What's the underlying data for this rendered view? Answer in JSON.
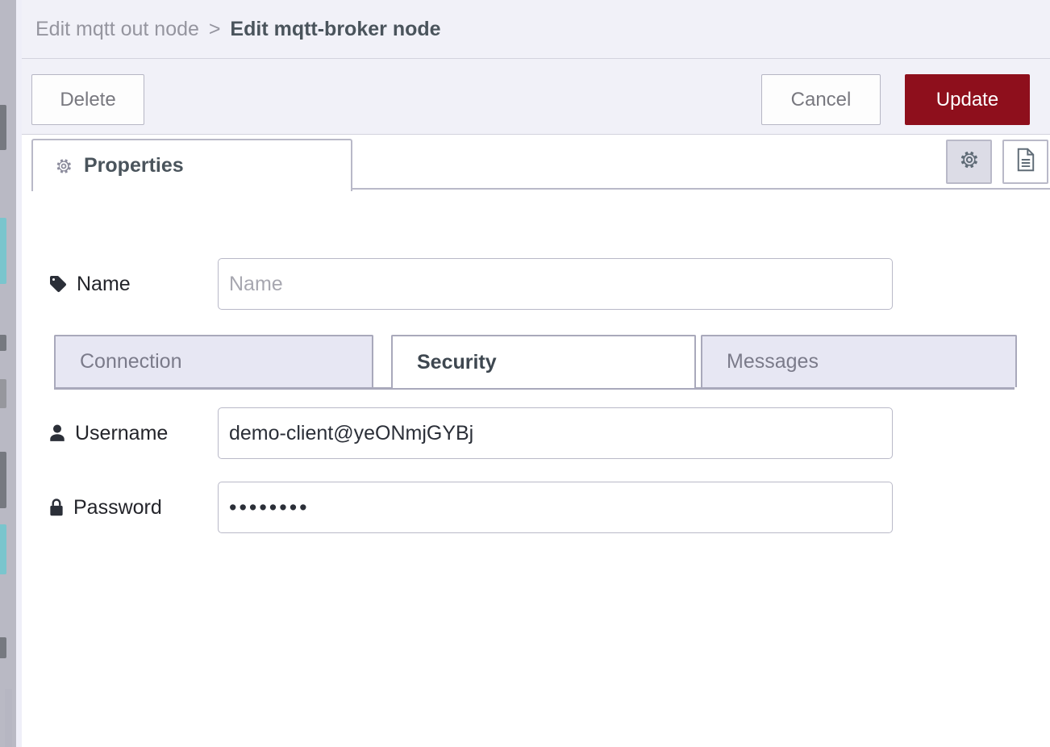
{
  "window": {
    "app": "Node-RED editor",
    "dialog_type": "node-edit-tray"
  },
  "header": {
    "breadcrumb": {
      "parent": "Edit mqtt out node",
      "separator": ">",
      "current": "Edit mqtt-broker node"
    }
  },
  "toolbar": {
    "delete_label": "Delete",
    "cancel_label": "Cancel",
    "update_label": "Update",
    "update_color": "#8e0f1c"
  },
  "tabs": {
    "items": [
      {
        "label": "Properties",
        "icon": "gear-icon",
        "active": true
      }
    ],
    "icon_buttons": [
      {
        "name": "settings-icon",
        "active": true
      },
      {
        "name": "document-icon",
        "active": false
      }
    ]
  },
  "form": {
    "name": {
      "label": "Name",
      "icon": "tag-icon",
      "value": "",
      "placeholder": "Name"
    },
    "username": {
      "label": "Username",
      "icon": "user-icon",
      "value": "demo-client@yeONmjGYBj",
      "placeholder": ""
    },
    "password": {
      "label": "Password",
      "icon": "lock-icon",
      "value": "••••••••",
      "placeholder": "",
      "masked": true,
      "mask_char_count": 8
    }
  },
  "subtabs": {
    "items": [
      {
        "label": "Connection",
        "active": false
      },
      {
        "label": "Security",
        "active": true
      },
      {
        "label": "Messages",
        "active": false
      }
    ]
  },
  "colors": {
    "header_bg": "#f1f1f8",
    "border": "#b9b9c8",
    "text_primary": "#23242a",
    "text_muted": "#95959f",
    "danger": "#8e0f1c",
    "subtab_inactive_bg": "#e7e7f3"
  }
}
